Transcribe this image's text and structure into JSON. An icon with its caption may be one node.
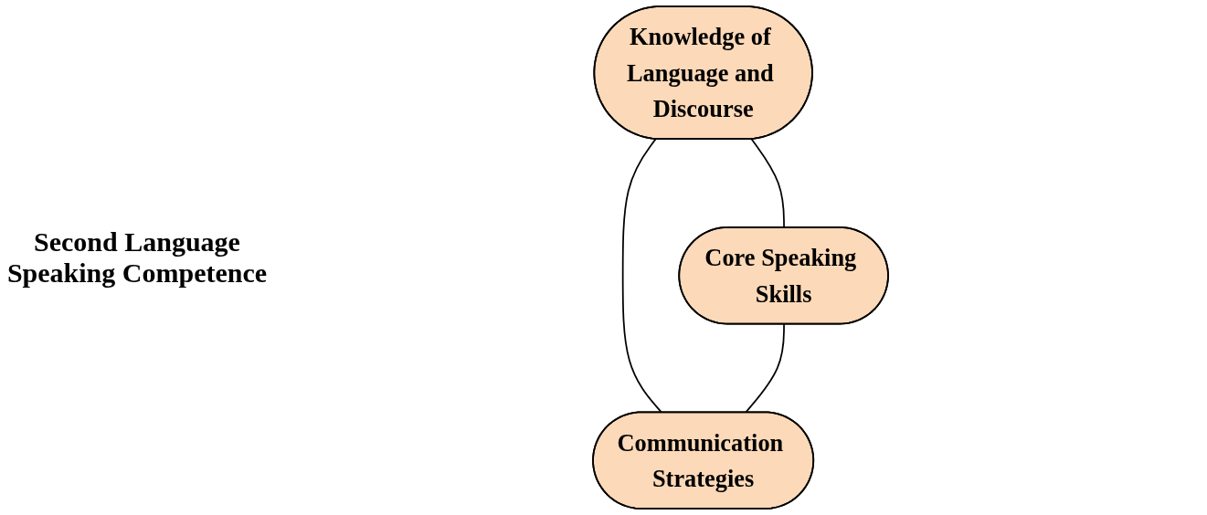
{
  "diagram": {
    "nodes": [
      {
        "text": [
          "Knowledge of Language and Discourse"
        ]
      },
      {
        "text": [
          "Core Speaking Skills"
        ]
      },
      {
        "text": [
          "Communication Strategies"
        ]
      }
    ],
    "edges": [
      {
        "from": 0,
        "to": 1,
        "arrow": "none"
      },
      {
        "from": 0,
        "to": 2,
        "arrow": "none"
      },
      {
        "from": 1,
        "to": 2,
        "arrow": "none"
      }
    ],
    "labels": [
      "Second Language Speaking Competence"
    ]
  }
}
